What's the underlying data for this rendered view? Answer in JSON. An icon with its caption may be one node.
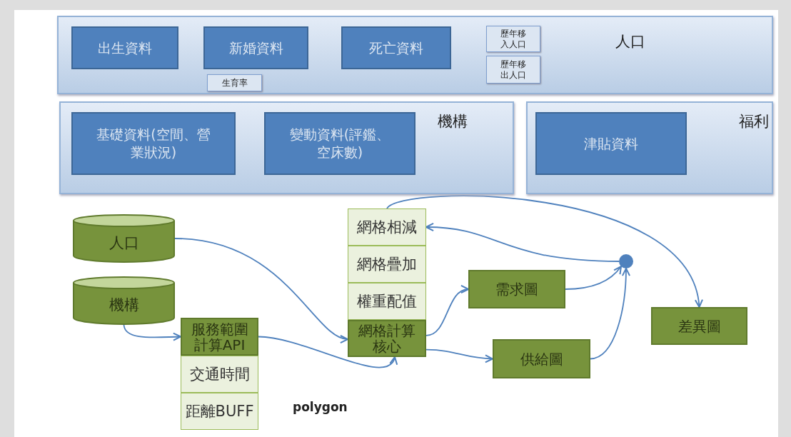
{
  "diagram": {
    "nodes": [
      {
        "text": [
          "人口"
        ]
      },
      {
        "text": [
          "出生資料"
        ],
        "in": 0
      },
      {
        "text": [
          "新婚資料"
        ],
        "in": 0
      },
      {
        "text": [
          "生育率"
        ],
        "in": 0
      },
      {
        "text": [
          "死亡資料"
        ],
        "in": 0
      },
      {
        "text": [
          "歷年移入人口"
        ],
        "in": 0
      },
      {
        "text": [
          "歷年移出人口"
        ],
        "in": 0
      },
      {
        "text": [
          "機構"
        ]
      },
      {
        "text": [
          "基礎資料(空間、營業狀況)"
        ],
        "in": 7
      },
      {
        "text": [
          "變動資料(評鑑、空床數)"
        ],
        "in": 7
      },
      {
        "text": [
          "福利"
        ]
      },
      {
        "text": [
          "津貼資料"
        ],
        "in": 10
      },
      {
        "text": [
          "人口"
        ]
      },
      {
        "text": [
          "機構"
        ]
      },
      {
        "text": [
          "網格相減"
        ]
      },
      {
        "text": [
          "網格疊加"
        ]
      },
      {
        "text": [
          "權重配值"
        ]
      },
      {
        "text": [
          "網格計算核心"
        ]
      },
      {
        "text": [
          "服務範圍計算API"
        ]
      },
      {
        "text": [
          "交通時間"
        ]
      },
      {
        "text": [
          "距離BUFF"
        ]
      },
      {
        "text": [
          "需求圖"
        ]
      },
      {
        "text": [
          "供給圖"
        ]
      },
      {
        "text": [],
        "shape": "circle"
      },
      {
        "text": [
          "差異圖"
        ]
      }
    ],
    "edges": [
      {
        "from": 12,
        "to": 17,
        "arrow": "to"
      },
      {
        "from": 13,
        "to": 18,
        "arrow": "to"
      },
      {
        "from": 18,
        "to": 17,
        "arrow": "to"
      },
      {
        "from": 17,
        "to": 21,
        "arrow": "to"
      },
      {
        "from": 17,
        "to": 22,
        "arrow": "to"
      },
      {
        "from": 21,
        "to": 23,
        "arrow": "to"
      },
      {
        "from": 22,
        "to": 23,
        "arrow": "to"
      },
      {
        "from": 23,
        "to": 14,
        "arrow": "to"
      },
      {
        "from": 14,
        "to": 24,
        "arrow": "to"
      }
    ],
    "labels": [
      "polygon"
    ]
  }
}
